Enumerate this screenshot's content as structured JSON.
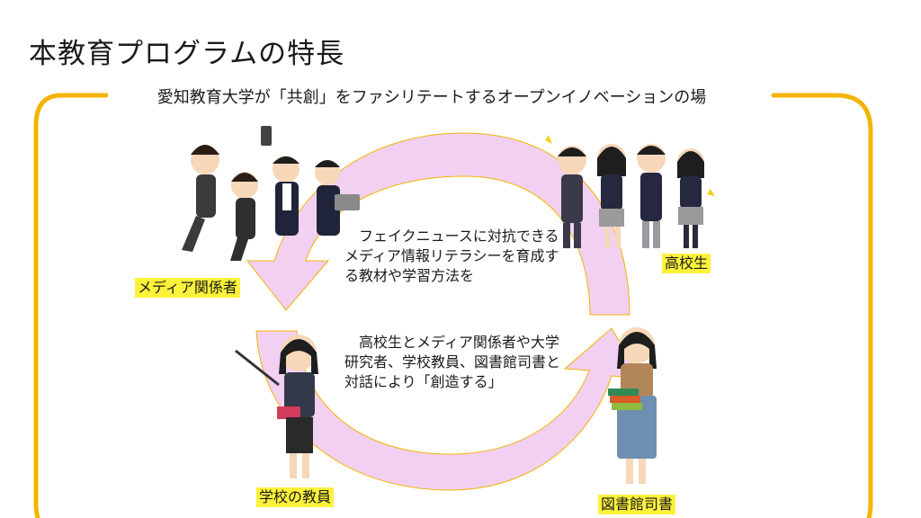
{
  "title": "本教育プログラムの特長",
  "subtitle": "愛知教育大学が「共創」をファシリテートするオープンイノベーションの場",
  "center": {
    "upper_text": "　フェイクニュースに対抗できるメディア情報リテラシーを育成する教材や学習方法を",
    "lower_text": "　高校生とメディア関係者や大学研究者、学校教員、図書館司書と対話により「創造する」"
  },
  "labels": {
    "media": "メディア関係者",
    "high_school": "高校生",
    "teacher": "学校の教員",
    "librarian": "図書館司書"
  },
  "colors": {
    "frame": "#f4b400",
    "arrow": "#efc8f0",
    "label_bg": "#fdf23a"
  },
  "icons": [
    "media-people-illustration",
    "high-school-students-illustration",
    "teacher-illustration",
    "librarian-illustration"
  ]
}
